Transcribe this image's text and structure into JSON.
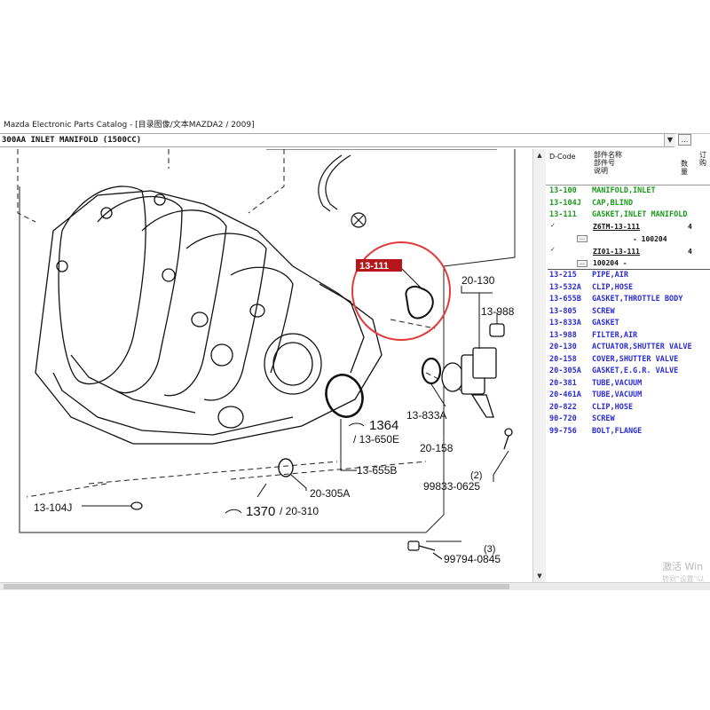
{
  "window": {
    "title": "Mazda Electronic Parts Catalog - [目录图像/文本MAZDA2 / 2009]"
  },
  "group_combo": {
    "value": "300AA   INLET MANIFOLD (1500CC)",
    "dropdown_glyph": "▼",
    "button_glyph": "..."
  },
  "diagram": {
    "callouts": {
      "highlight": "13-111",
      "c20_130": "20-130",
      "c13_988": "13-988",
      "c13_833a": "13-833A",
      "c20_158": "20-158",
      "c13_655b": "13-655B",
      "c1364": "1364",
      "c13_650e": "/ 13-650E",
      "c20_305a": "20-305A",
      "c1370": "1370",
      "c20_310": "/ 20-310",
      "c13_104j": "13-104J",
      "qty2": "(2)",
      "c99833": "99833-0625",
      "qty3": "(3)",
      "c99794": "99794-0845"
    }
  },
  "parts_table": {
    "headers": {
      "dcode": "D-Code",
      "partname_lines": [
        "部件名称",
        "部件号",
        "说明"
      ],
      "qty": [
        "数",
        "量"
      ],
      "order": [
        "订",
        "购"
      ]
    },
    "rows": [
      {
        "code": "13-100",
        "name": "MANIFOLD,INLET",
        "color": "green"
      },
      {
        "code": "13-104J",
        "name": "CAP,BLIND",
        "color": "green"
      },
      {
        "code": "13-111",
        "name": "GASKET,INLET MANIFOLD",
        "color": "green"
      },
      {
        "code": "13-215",
        "name": "PIPE,AIR",
        "color": "blue"
      },
      {
        "code": "13-532A",
        "name": "CLIP,HOSE",
        "color": "blue"
      },
      {
        "code": "13-655B",
        "name": "GASKET,THROTTLE BODY",
        "color": "blue"
      },
      {
        "code": "13-805",
        "name": "SCREW",
        "color": "blue"
      },
      {
        "code": "13-833A",
        "name": "GASKET",
        "color": "blue"
      },
      {
        "code": "13-988",
        "name": "FILTER,AIR",
        "color": "blue"
      },
      {
        "code": "20-130",
        "name": "ACTUATOR,SHUTTER VALVE",
        "color": "blue"
      },
      {
        "code": "20-158",
        "name": "COVER,SHUTTER VALVE",
        "color": "blue"
      },
      {
        "code": "20-305A",
        "name": "GASKET,E.G.R. VALVE",
        "color": "blue"
      },
      {
        "code": "20-381",
        "name": "TUBE,VACUUM",
        "color": "blue"
      },
      {
        "code": "20-461A",
        "name": "TUBE,VACUUM",
        "color": "blue"
      },
      {
        "code": "20-822",
        "name": "CLIP,HOSE",
        "color": "blue"
      },
      {
        "code": "90-720",
        "name": "SCREW",
        "color": "blue"
      },
      {
        "code": "99-756",
        "name": "BOLT,FLANGE",
        "color": "blue"
      }
    ],
    "subrows": [
      {
        "part_no": "Z6TM-13-111",
        "qty": "4",
        "check": "✓",
        "range": "- 100204",
        "button": "..."
      },
      {
        "part_no": "ZI01-13-111",
        "qty": "4",
        "check": "✓",
        "range": "100204 -",
        "button": "..."
      }
    ]
  },
  "watermark": {
    "line1": "激活 Win",
    "line2": "转到\"设置\"以"
  },
  "scroll_glyphs": {
    "up": "▲",
    "down": "▼"
  }
}
